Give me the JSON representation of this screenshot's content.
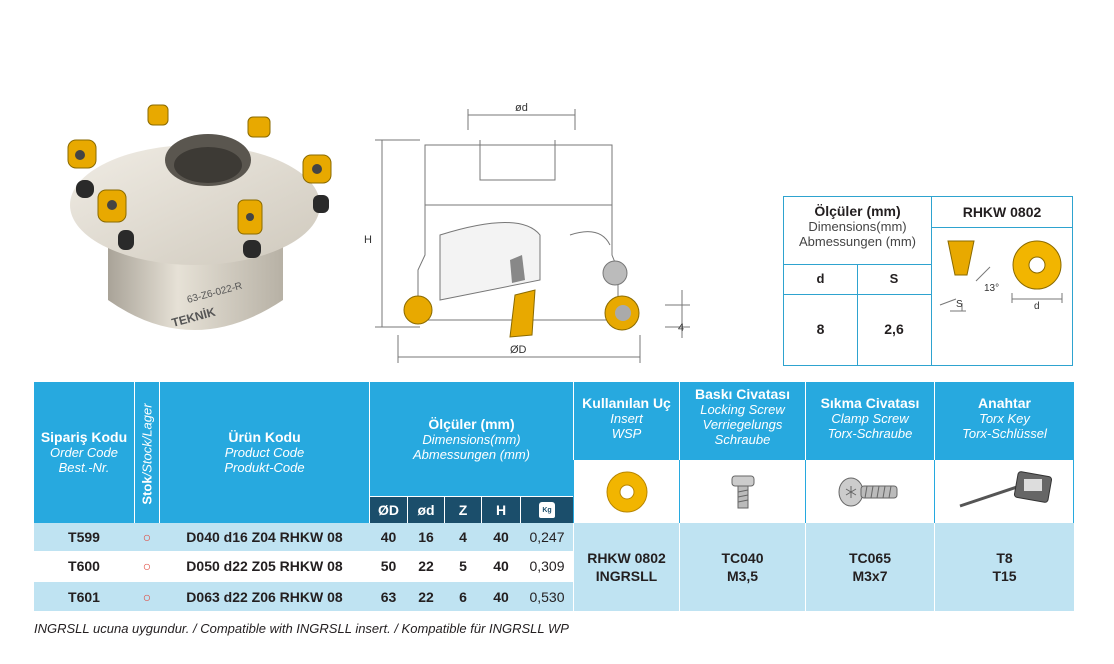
{
  "drawing": {
    "label_od": "ød",
    "label_H": "H",
    "label_OD": "ØD",
    "label_4": "4"
  },
  "insert_box": {
    "dim_title": "Ölçüler (mm)",
    "dim_en": "Dimensions(mm)",
    "dim_de": "Abmessungen (mm)",
    "insert_name": "RHKW 0802",
    "col_d": "d",
    "col_s": "S",
    "val_d": "8",
    "val_s": "2,6",
    "angle": "13°",
    "lbl_s": "S",
    "lbl_d": "d"
  },
  "table": {
    "h_order_tr": "Sipariş Kodu",
    "h_order_en": "Order Code",
    "h_order_de": "Best.-Nr.",
    "h_stock_bold": "Stok",
    "h_stock_rest": "/Stock/Lager",
    "h_product_tr": "Ürün Kodu",
    "h_product_en": "Product Code",
    "h_product_de": "Produkt-Code",
    "h_dims_tr": "Ölçüler (mm)",
    "h_dims_en": "Dimensions(mm)",
    "h_dims_de": "Abmessungen (mm)",
    "h_insert_tr": "Kullanılan Uç",
    "h_insert_en": "Insert",
    "h_insert_de": "WSP",
    "h_lock_tr": "Baskı Civatası",
    "h_lock_en": "Locking Screw",
    "h_lock_de1": "Verriegelungs",
    "h_lock_de2": "Schraube",
    "h_clamp_tr": "Sıkma Civatası",
    "h_clamp_en": "Clamp Screw",
    "h_clamp_de": "Torx-Schraube",
    "h_key_tr": "Anahtar",
    "h_key_en": "Torx Key",
    "h_key_de": "Torx-Schlüssel",
    "sub": [
      "ØD",
      "ød",
      "Z",
      "H"
    ],
    "weight_icon_label": "Kg",
    "rows": [
      {
        "order": "T599",
        "stock": "○",
        "product": "D040 d16 Z04 RHKW 08",
        "D": "40",
        "d": "16",
        "Z": "4",
        "H": "40",
        "kg": "0,247"
      },
      {
        "order": "T600",
        "stock": "○",
        "product": "D050 d22 Z05 RHKW 08",
        "D": "50",
        "d": "22",
        "Z": "5",
        "H": "40",
        "kg": "0,309"
      },
      {
        "order": "T601",
        "stock": "○",
        "product": "D063 d22 Z06 RHKW 08",
        "D": "63",
        "d": "22",
        "Z": "6",
        "H": "40",
        "kg": "0,530"
      }
    ],
    "insert_val1": "RHKW 0802",
    "insert_val2": "INGRSLL",
    "lock_val1": "TC040",
    "lock_val2": "M3,5",
    "clamp_val1": "TC065",
    "clamp_val2": "M3x7",
    "key_val1": "T8",
    "key_val2": "T15"
  },
  "note": "INGRSLL ucuna uygundur. / Compatible with INGRSLL insert. / Kompatible für INGRSLL WP",
  "colors": {
    "header": "#27a9df",
    "subheader": "#1b4e6b",
    "shade": "#bfe3f2",
    "insert_gold": "#f2b500"
  }
}
